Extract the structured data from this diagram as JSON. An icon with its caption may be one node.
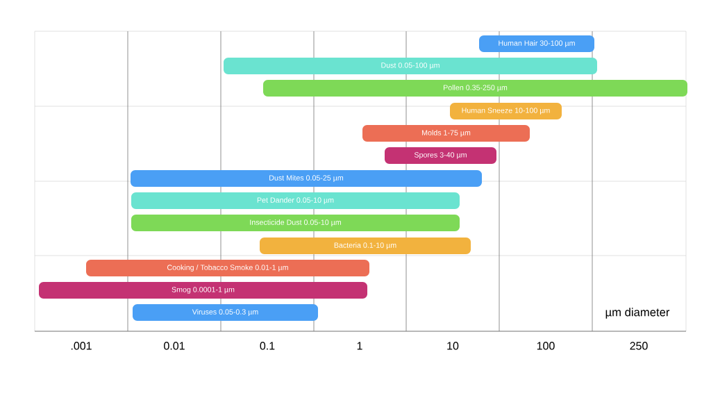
{
  "diagram": {
    "nodes": [
      {
        "text": [
          "Human Hair 30-100 µm"
        ]
      },
      {
        "text": [
          "Dust 0.05-100 µm"
        ]
      },
      {
        "text": [
          "Pollen 0.35-250 µm"
        ]
      },
      {
        "text": [
          "Human Sneeze 10-100 µm"
        ]
      },
      {
        "text": [
          "Molds 1-75 µm"
        ]
      },
      {
        "text": [
          "Spores 3-40 µm"
        ]
      },
      {
        "text": [
          "Dust Mites  0.05-25 µm"
        ]
      },
      {
        "text": [
          "Pet Dander 0.05-10 µm"
        ]
      },
      {
        "text": [
          "Insecticide Dust 0.05-10 µm"
        ]
      },
      {
        "text": [
          "Bacteria 0.1-10 µm"
        ]
      },
      {
        "text": [
          "Cooking / Tobacco Smoke 0.01-1 µm"
        ]
      },
      {
        "text": [
          "Smog 0.0001-1 µm"
        ]
      },
      {
        "text": [
          "Viruses 0.05-0.3 µm"
        ]
      }
    ],
    "labels": [
      ".001",
      "0.01",
      "0.1",
      "1",
      "10",
      "100",
      "250",
      "µm diameter"
    ]
  }
}
